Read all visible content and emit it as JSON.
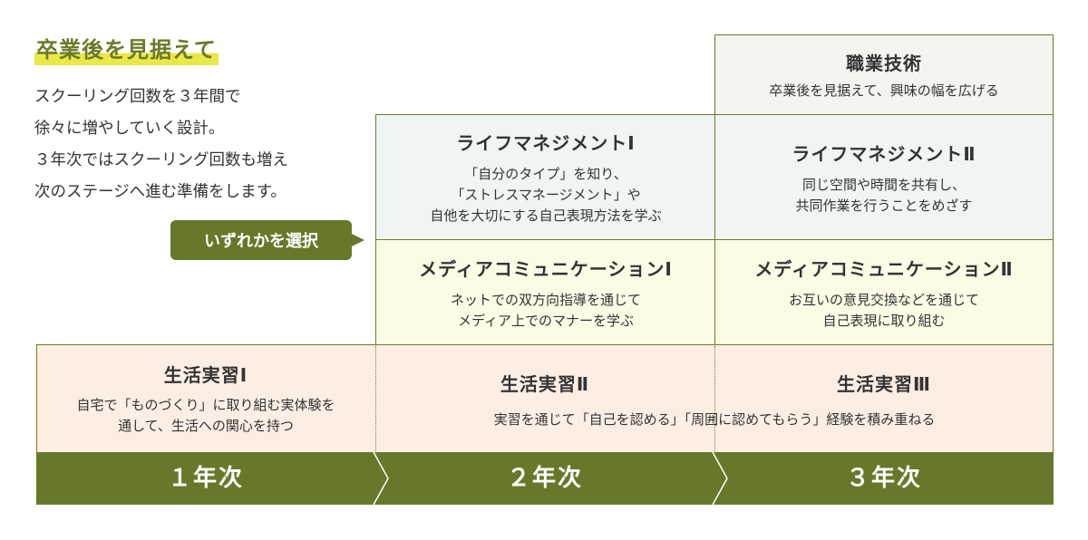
{
  "header": {
    "title": "卒業後を見据えて",
    "intro_lines": [
      "スクーリング回数を３年間で",
      "徐々に増やしていく設計。",
      "３年次ではスクーリング回数も増え",
      "次のステージへ進む準備をします。"
    ]
  },
  "select_badge": "いずれかを選択",
  "courses": {
    "skill": {
      "title": "職業技術",
      "desc": [
        "卒業後を見据えて、興味の幅を広げる"
      ]
    },
    "life1": {
      "title": "ライフマネジメントⅠ",
      "desc": [
        "「自分のタイプ」を知り、",
        "「ストレスマネージメント」や",
        "自他を大切にする自己表現方法を学ぶ"
      ]
    },
    "life2": {
      "title": "ライフマネジメントⅡ",
      "desc": [
        "同じ空間や時間を共有し、",
        "共同作業を行うことをめざす"
      ]
    },
    "media1": {
      "title": "メディアコミュニケーションⅠ",
      "desc": [
        "ネットでの双方向指導を通じて",
        "メディア上でのマナーを学ぶ"
      ]
    },
    "media2": {
      "title": "メディアコミュニケーションⅡ",
      "desc": [
        "お互いの意見交換などを通じて",
        "自己表現に取り組む"
      ]
    },
    "seikatsu1": {
      "title": "生活実習Ⅰ",
      "desc": [
        "自宅で「ものづくり」に取り組む実体験を",
        "通して、生活への関心を持つ"
      ]
    },
    "seikatsu2": {
      "title": "生活実習Ⅱ"
    },
    "seikatsu3": {
      "title": "生活実習Ⅲ"
    },
    "seikatsu23_desc": "実習を通じて「自己を認める」「周囲に認めてもらう」経験を積み重ねる"
  },
  "years": [
    "１年次",
    "２年次",
    "３年次"
  ],
  "colors": {
    "accent_green": "#66792a",
    "title_green": "#6b7a28",
    "highlight_yellow": "#e8e84a",
    "skill_bg": "#f4f4f0",
    "life_bg": "#eef5f3",
    "media_bg": "#fbfbe6",
    "seikatsu_bg": "#fdeee4"
  }
}
